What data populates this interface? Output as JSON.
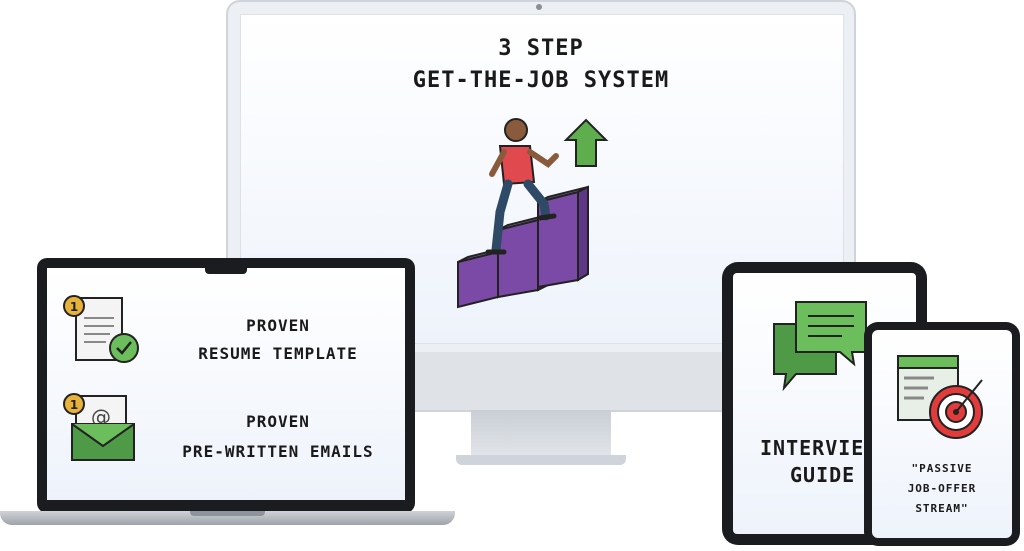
{
  "monitor": {
    "title_line1": "3 STEP",
    "title_line2": "GET-THE-JOB SYSTEM",
    "illustration_icon": "person-climbing-steps-icon",
    "arrow_icon": "up-arrow-icon"
  },
  "laptop": {
    "item1": {
      "line1": "PROVEN",
      "line2": "RESUME TEMPLATE",
      "icon": "resume-document-check-icon",
      "badge": "1"
    },
    "item2": {
      "line1": "PROVEN",
      "line2": "PRE-WRITTEN EMAILS",
      "icon": "email-envelope-icon",
      "badge": "1"
    }
  },
  "tablet": {
    "line1": "INTERVIE",
    "line2": "GUIDE",
    "icon": "chat-bubbles-icon"
  },
  "phone": {
    "line1": "\"PASSIVE",
    "line2": "JOB-OFFER",
    "line3": "STREAM\"",
    "icon": "browser-target-icon"
  },
  "colors": {
    "step_purple": "#7a4aa6",
    "shirt_red": "#e04a4f",
    "arrow_green": "#5fae4e",
    "chat_green": "#6cbd5c",
    "target_red": "#e23b3b",
    "badge_gold": "#e6b23a"
  }
}
